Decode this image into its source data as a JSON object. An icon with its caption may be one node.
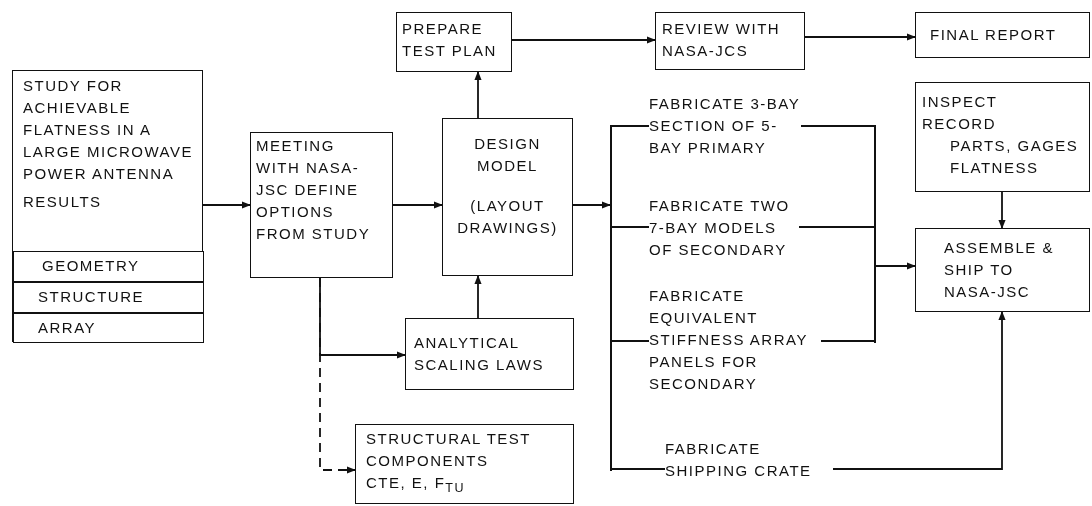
{
  "diagram": {
    "nodes": [
      {
        "text": [
          "STUDY FOR ACHIEVABLE FLATNESS IN A LARGE MICROWAVE POWER ANTENNA",
          "RESULTS"
        ]
      },
      {
        "text": [
          "GEOMETRY"
        ],
        "in": 0
      },
      {
        "text": [
          "STRUCTURE"
        ],
        "in": 0
      },
      {
        "text": [
          "ARRAY"
        ],
        "in": 0
      },
      {
        "text": [
          "MEETING WITH NASA-JSC DEFINE OPTIONS FROM STUDY"
        ]
      },
      {
        "text": [
          "PREPARE TEST PLAN"
        ]
      },
      {
        "text": [
          "DESIGN MODEL",
          "(LAYOUT DRAWINGS)"
        ]
      },
      {
        "text": [
          "REVIEW WITH NASA-JCS"
        ]
      },
      {
        "text": [
          "FINAL REPORT"
        ]
      },
      {
        "text": [
          "ANALYTICAL SCALING LAWS"
        ]
      },
      {
        "text": [
          "STRUCTURAL TEST COMPONENTS CTE, E, F$_{TU}$"
        ]
      },
      {
        "text": [
          "FABRICATE 3-BAY SECTION OF 5-BAY PRIMARY"
        ]
      },
      {
        "text": [
          "FABRICATE TWO 7-BAY MODELS OF SECONDARY"
        ]
      },
      {
        "text": [
          "FABRICATE EQUIVALENT STIFFNESS ARRAY PANELS FOR SECONDARY"
        ]
      },
      {
        "text": [
          "FABRICATE SHIPPING CRATE"
        ]
      },
      {
        "text": [
          "INSPECT RECORD",
          "PARTS, GAGES FLATNESS"
        ]
      },
      {
        "text": [
          "ASSEMBLE & SHIP TO NASA-JSC"
        ]
      },
      {
        "text": [],
        "shape": "bar"
      },
      {
        "text": [],
        "shape": "bar"
      }
    ],
    "edges": [
      {
        "from": 0,
        "to": 4,
        "arrow": "to"
      },
      {
        "from": 4,
        "to": 6,
        "arrow": "to"
      },
      {
        "from": 6,
        "to": 5,
        "arrow": "to"
      },
      {
        "from": 5,
        "to": 7,
        "arrow": "to"
      },
      {
        "from": 7,
        "to": 8,
        "arrow": "to"
      },
      {
        "from": 4,
        "to": 9,
        "arrow": "to"
      },
      {
        "from": 9,
        "to": 6,
        "arrow": "to"
      },
      {
        "from": 4,
        "to": 10,
        "arrow": "to",
        "style": "dashed"
      },
      {
        "from": 6,
        "to": 17,
        "arrow": "to"
      },
      {
        "from": 17,
        "to": 11,
        "arrow": "none"
      },
      {
        "from": 17,
        "to": 12,
        "arrow": "none"
      },
      {
        "from": 17,
        "to": 13,
        "arrow": "none"
      },
      {
        "from": 17,
        "to": 14,
        "arrow": "none"
      },
      {
        "from": 11,
        "to": 18,
        "arrow": "none"
      },
      {
        "from": 12,
        "to": 18,
        "arrow": "none"
      },
      {
        "from": 13,
        "to": 18,
        "arrow": "none"
      },
      {
        "from": 18,
        "to": 16,
        "arrow": "to"
      },
      {
        "from": 14,
        "to": 16,
        "arrow": "to"
      },
      {
        "from": 15,
        "to": 16,
        "arrow": "to"
      }
    ]
  }
}
